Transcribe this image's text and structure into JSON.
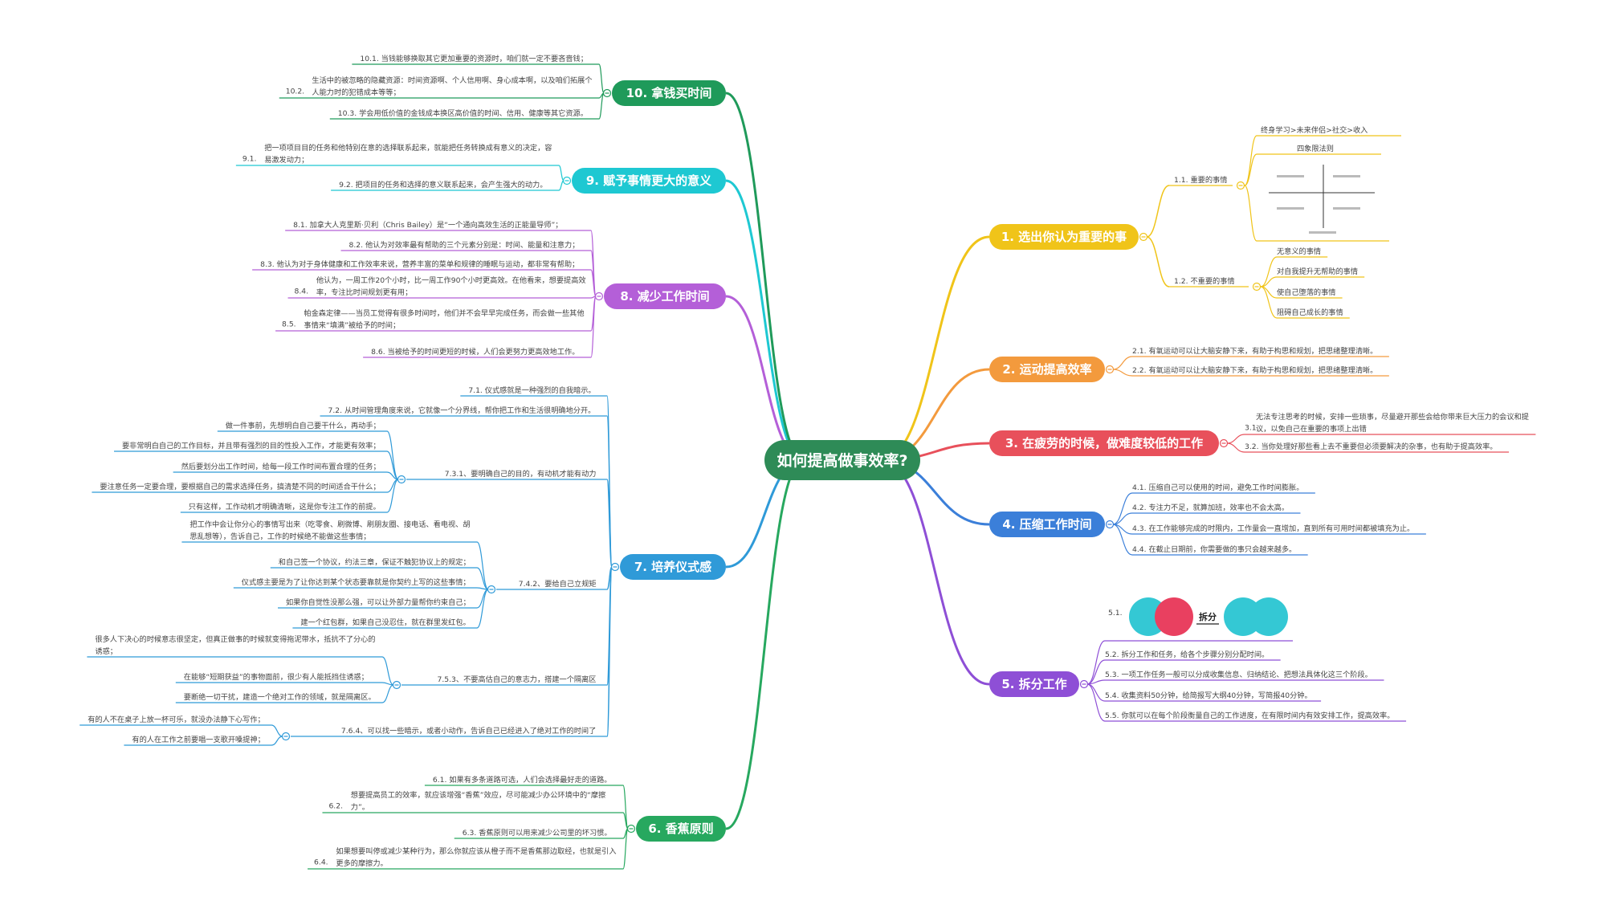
{
  "center": {
    "label": "如何提高做事效率?",
    "color": "#2e8b57"
  },
  "branches": [
    {
      "id": "b1",
      "label": "1. 选出你认为重要的事",
      "color": "#f0c419",
      "children": [
        {
          "label": "1.1. 重要的事情",
          "children": [
            {
              "label": "终身学习>未来伴侣>社交>收入"
            },
            {
              "label": "四象限法则"
            }
          ]
        },
        {
          "label": "1.2. 不重要的事情",
          "children": [
            {
              "label": "无意义的事情"
            },
            {
              "label": "对自我提升无帮助的事情"
            },
            {
              "label": "使自己堕落的事情"
            },
            {
              "label": "阻碍自己成长的事情"
            }
          ]
        }
      ]
    },
    {
      "id": "b2",
      "label": "2. 运动提高效率",
      "color": "#f39a3d",
      "children": [
        {
          "label": "2.1. 有氧运动可以让大脑安静下来，有助于构思和规划，把思绪整理清晰。"
        },
        {
          "label": "2.2. 有氧运动可以让大脑安静下来，有助于构思和规划，把思绪整理清晰。"
        }
      ]
    },
    {
      "id": "b3",
      "label": "3. 在疲劳的时候，做难度较低的工作",
      "color": "#e8505b",
      "children": [
        {
          "prefix": "3.1.",
          "lines": [
            "无法专注思考的时候，安排一些琐事，尽量避开那些会给你带来巨大压力的会议和提",
            "议，以免自己在重要的事项上出错"
          ]
        },
        {
          "label": "3.2. 当你处理好那些看上去不重要但必须要解决的杂事，也有助于提高效率。"
        }
      ]
    },
    {
      "id": "b4",
      "label": "4. 压缩工作时间",
      "color": "#3b7fd9",
      "children": [
        {
          "label": "4.1. 压缩自己可以使用的时间，避免工作时间膨胀。"
        },
        {
          "label": "4.2. 专注力不足，就算加班，效率也不会太高。"
        },
        {
          "label": "4.3. 在工作能够完成的时限内，工作量会一直增加，直到所有可用时间都被填充为止。"
        },
        {
          "label": "4.4. 在截止日期前，你需要做的事只会越来越多。"
        }
      ]
    },
    {
      "id": "b5",
      "label": "5. 拆分工作",
      "color": "#8e4fd6",
      "children": [
        {
          "label": "5.1.",
          "image_label": "拆分"
        },
        {
          "label": "5.2. 拆分工作和任务，给各个步骤分别分配时间。"
        },
        {
          "label": "5.3. 一项工作任务一般可以分成收集信息、归纳结论、把想法具体化这三个阶段。"
        },
        {
          "label": "5.4. 收集资料50分钟，给简报写大纲40分钟，写简报40分钟。"
        },
        {
          "label": "5.5. 你就可以在每个阶段衡量自己的工作进度，在有限时间内有效安排工作，提高效率。"
        }
      ]
    },
    {
      "id": "b6",
      "label": "6. 香蕉原则",
      "color": "#27a85f",
      "children": [
        {
          "label": "6.1. 如果有多条道路可选，人们会选择最好走的道路。"
        },
        {
          "prefix": "6.2.",
          "lines": [
            "想要提高员工的效率，就应该增强“香蕉”效应，尽可能减少办公环境中的“摩擦",
            "力”。"
          ]
        },
        {
          "label": "6.3. 香蕉原则可以用来减少公司里的坏习惯。"
        },
        {
          "prefix": "6.4.",
          "lines": [
            "如果想要叫停或减少某种行为，那么你就应该从橙子而不是香蕉那边取经，也就是引入",
            "更多的摩擦力。"
          ]
        }
      ]
    },
    {
      "id": "b7",
      "label": "7. 培养仪式感",
      "color": "#2f9ad8",
      "children": [
        {
          "label": "7.1. 仪式感就是一种强烈的自我暗示。"
        },
        {
          "label": "7.2. 从时间管理角度来说，它就像一个分界线，帮你把工作和生活很明确地分开。"
        },
        {
          "label": "7.3.1、要明确自己的目的，有动机才能有动力",
          "children": [
            {
              "label": "做一件事前，先想明白自己要干什么，再动手；"
            },
            {
              "label": "要非常明白自己的工作目标，并且带有强烈的目的性投入工作，才能更有效率；"
            },
            {
              "label": "然后要划分出工作时间，给每一段工作时间布置合理的任务；"
            },
            {
              "label": "要注意任务一定要合理，要根据自己的需求选择任务，搞清楚不同的时间适合干什么；"
            },
            {
              "label": "只有这样，工作动机才明确清晰，这是你专注工作的前提。"
            }
          ]
        },
        {
          "label": "7.4.2、要给自己立规矩",
          "children": [
            {
              "lines": [
                "把工作中会让你分心的事情写出来（吃零食、刷微博、刷朋友圈、接电话、看电视、胡",
                "思乱想等），告诉自己，工作的时候绝不能做这些事情；"
              ]
            },
            {
              "label": "和自己签一个协议，约法三章，保证不触犯协议上的规定；"
            },
            {
              "label": "仪式感主要是为了让你达到某个状态要靠就是你契约上写的这些事情；"
            },
            {
              "label": "如果你自觉性没那么强，可以让外部力量帮你约束自己；"
            },
            {
              "label": "建一个红包群，如果自己没忍住，就在群里发红包。"
            }
          ]
        },
        {
          "label": "7.5.3、不要高估自己的意志力，搭建一个隔离区",
          "children": [
            {
              "lines": [
                "很多人下决心的时候意志很坚定，但真正做事的时候就变得拖泥带水，抵抗不了分心的",
                "诱惑；"
              ]
            },
            {
              "label": "在能够“短期获益”的事物面前，很少有人能抵挡住诱惑；"
            },
            {
              "label": "要断绝一切干扰，建造一个绝对工作的领域，就是隔离区。"
            }
          ]
        },
        {
          "label": "7.6.4、可以找一些暗示，或者小动作，告诉自己已经进入了绝对工作的时间了",
          "children": [
            {
              "label": "有的人不在桌子上放一杯可乐，就没办法静下心写作；"
            },
            {
              "label": "有的人在工作之前要唱一支歌开嗓提神；"
            }
          ]
        }
      ]
    },
    {
      "id": "b8",
      "label": "8. 减少工作时间",
      "color": "#b45fd8",
      "children": [
        {
          "label": "8.1. 加拿大人克里斯·贝利（Chris Bailey）是“一个通向高效生活的正能量导师”；"
        },
        {
          "label": "8.2. 他认为对效率最有帮助的三个元素分别是：时间、能量和注意力；"
        },
        {
          "label": "8.3. 他认为对于身体健康和工作效率来说，营养丰富的菜单和规律的睡眠与运动，都非常有帮助；"
        },
        {
          "prefix": "8.4.",
          "lines": [
            "他认为，一周工作20个小时，比一周工作90个小时更高效。在他看来，想要提高效",
            "率，专注比时间规划更有用；"
          ]
        },
        {
          "prefix": "8.5.",
          "lines": [
            "帕金森定律——当员工觉得有很多时间时，他们并不会早早完成任务，而会做一些其他",
            "事情来“填满”被给予的时间；"
          ]
        },
        {
          "label": "8.6. 当被给予的时间更短的时候，人们会更努力更高效地工作。"
        }
      ]
    },
    {
      "id": "b9",
      "label": "9. 赋予事情更大的意义",
      "color": "#1ec8d2",
      "children": [
        {
          "prefix": "9.1.",
          "lines": [
            "把一项项目目的任务和他特别在意的选择联系起来，就能把任务转换成有意义的决定，容",
            "易激发动力；"
          ]
        },
        {
          "label": "9.2. 把项目的任务和选择的意义联系起来，会产生强大的动力。"
        }
      ]
    },
    {
      "id": "b10",
      "label": "10. 拿钱买时间",
      "color": "#1f9a5a",
      "children": [
        {
          "label": "10.1. 当钱能够换取其它更加重要的资源时，咱们就一定不要吝啬钱；"
        },
        {
          "prefix": "10.2.",
          "lines": [
            "生活中的被忽略的隐藏资源：时间资源啊、个人信用啊、身心成本啊，以及咱们拓展个",
            "人能力时的犯错成本等等；"
          ]
        },
        {
          "label": "10.3. 学会用低价值的金钱成本换区高价值的时间、信用、健康等其它资源。"
        }
      ]
    }
  ]
}
